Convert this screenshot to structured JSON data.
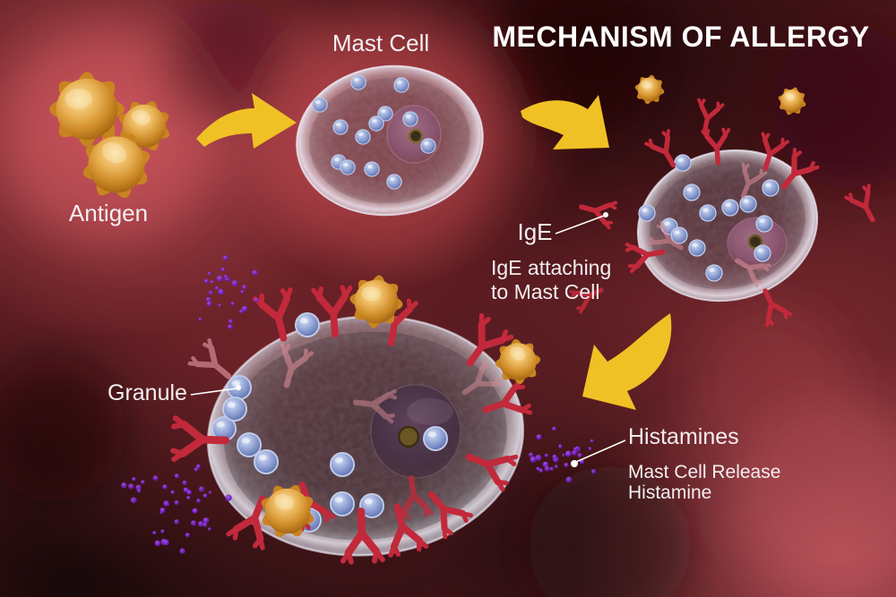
{
  "title": "MECHANISM OF ALLERGY",
  "labels": {
    "mast_cell": "Mast Cell",
    "antigen": "Antigen",
    "ige": "IgE",
    "ige_attaching_1": "IgE attaching",
    "ige_attaching_2": "to Mast Cell",
    "granule": "Granule",
    "histamines": "Histamines",
    "release_1": "Mast Cell Release",
    "release_2": "Histamine"
  },
  "colors": {
    "title_text": "#ffffff",
    "label_text": "#f4eef0",
    "arrow_yellow": "#f0c125",
    "antibody_red": "#c2293a",
    "antibody_faded": "#d88b95",
    "antigen_orange": "#d99b33",
    "granule_blue": "#8fa0d0",
    "histamine_purple": "#7b22cc",
    "background_red": "#561a1f"
  }
}
